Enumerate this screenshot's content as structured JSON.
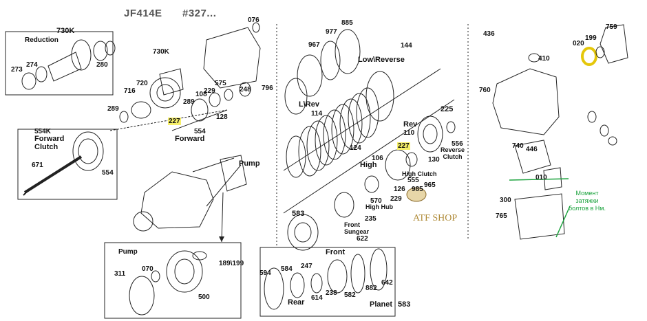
{
  "header": {
    "model": "JF414E",
    "ref": "#327..."
  },
  "labels": {
    "p076": "076",
    "p730k_top": "730K",
    "reduction": "Reduction",
    "p273": "273",
    "p274": "274",
    "p280": "280",
    "p730k": "730K",
    "p720": "720",
    "p716": "716",
    "p289a": "289",
    "p108": "108",
    "p575": "575",
    "p229": "229",
    "p248": "248",
    "p796": "796",
    "p289b": "289",
    "p128": "128",
    "p227a": "227",
    "p554a": "554",
    "forward": "Forward",
    "p554k": "554K",
    "forward_clutch": "Forward\nClutch",
    "p671": "671",
    "p554b": "554",
    "pump_title": "Pump",
    "pump": "Pump",
    "p070": "070",
    "p311": "311",
    "p189": "189\\199",
    "p500": "500",
    "p885": "885",
    "p977": "977",
    "p967": "967",
    "p144": "144",
    "low_reverse": "Low\\Reverse",
    "l_rev": "L\\Rev",
    "p114": "114",
    "p124": "124",
    "rev": "Rev",
    "p110": "110",
    "p225": "225",
    "p227b": "227",
    "p556": "556",
    "reverse_clutch": "Reverse\nClutch",
    "p106": "106",
    "p130": "130",
    "high": "High",
    "high_clutch": "High Clutch",
    "p555": "555",
    "p126": "126",
    "p985": "985",
    "p965": "965",
    "p570": "570",
    "p229b": "229",
    "high_hub": "High Hub",
    "p235": "235",
    "front_sungear": "Front\nSungear",
    "p622": "622",
    "p583a": "583",
    "front": "Front",
    "p594": "594",
    "p584": "584",
    "p247": "247",
    "rear": "Rear",
    "p614": "614",
    "p238": "238",
    "p582": "582",
    "p882": "882",
    "p642": "642",
    "planet": "Planet",
    "p583b": "583",
    "p436": "436",
    "p410": "410",
    "p199": "199",
    "p020": "020",
    "p759": "759",
    "p760": "760",
    "p740": "740",
    "p446": "446",
    "p010": "010",
    "p300": "300",
    "p765": "765",
    "torque_note": "Момент\nзатяжки\nболтов в Нм.",
    "watermark": "ATF SHOP"
  },
  "colors": {
    "highlight": "#f6ef6a",
    "note": "#1aa23c",
    "line": "#222222",
    "watermark": "#b08c3a"
  }
}
